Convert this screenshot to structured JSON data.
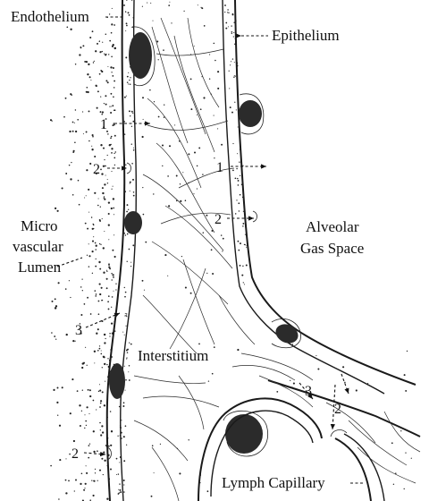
{
  "labels": {
    "endothelium": "Endothelium",
    "epithelium": "Epithelium",
    "lumen_line1": "Micro",
    "lumen_line2": "vascular",
    "lumen_line3": "Lumen",
    "alveolar_line1": "Alveolar",
    "alveolar_line2": "Gas Space",
    "interstitium": "Interstitium",
    "lymph": "Lymph Capillary"
  },
  "markers": {
    "m1_left": "1",
    "m1_right": "1",
    "m2_left": "2",
    "m2_mid": "2",
    "m2_low": "2",
    "m2_bottom": "2",
    "m3_left": "3",
    "m3_low": "3"
  }
}
